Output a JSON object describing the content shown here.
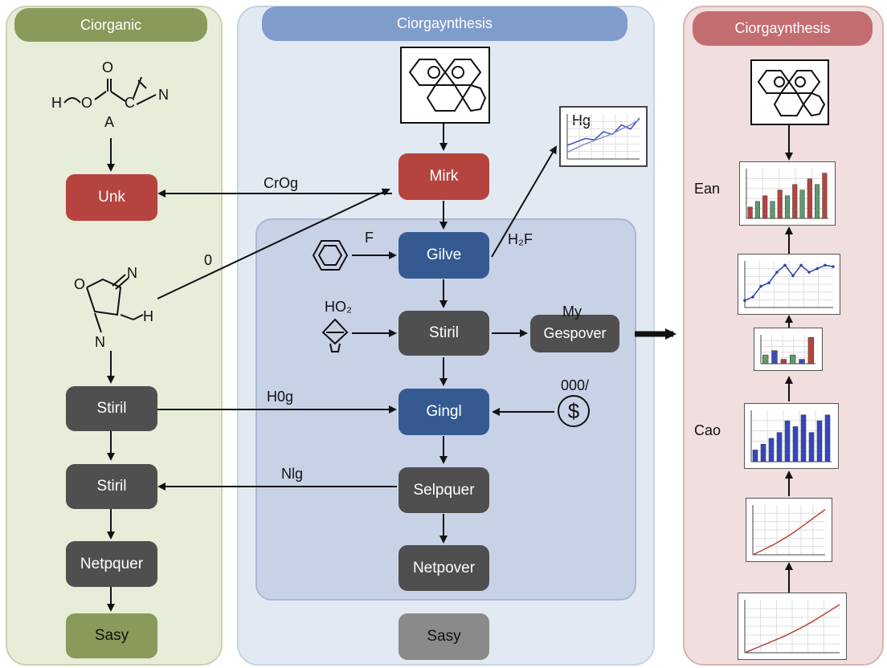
{
  "headers": {
    "left": "Ciorganic",
    "middle": "Ciorgaynthesis",
    "right": "Ciorgaynthesis"
  },
  "nodes": {
    "unk": "Unk",
    "stiril_left_1": "Stiril",
    "stiril_left_2": "Stiril",
    "netpquer": "Netpquer",
    "sasy_left": "Sasy",
    "mirk": "Mirk",
    "gilve": "Gilve",
    "stiril_mid": "Stiril",
    "gingl": "Gingl",
    "selpquer": "Selpquer",
    "netpover": "Netpover",
    "sasy_mid": "Sasy",
    "gespover": "Gespover"
  },
  "labels": {
    "crog": "CrOg",
    "o": "0",
    "f": "F",
    "h2f": "H₂F",
    "ho2": "HO₂",
    "my": "My",
    "hog": "H0g",
    "dollar_note": "000/",
    "nlg": "Nlg",
    "hg": "Hg",
    "ean": "Ean",
    "cao": "Cao"
  },
  "chem": {
    "top_molecule": {
      "line1": "O",
      "line2": "H",
      "line3": "O",
      "line4": "C",
      "line5": "N",
      "line6": "A"
    },
    "ring_molecule": {
      "o": "O",
      "n_top": "N",
      "h": "H",
      "n_bottom": "N"
    }
  },
  "icons": [
    "molecule-grid-icon",
    "benzene-icon",
    "flask-icon",
    "dollar-coin-icon",
    "line-chart-icon",
    "bar-chart-icon"
  ],
  "colors": {
    "left_header": "#8a9a5b",
    "mid_header": "#7f9ccb",
    "right_header": "#c46d70",
    "red": "#b5443f",
    "blue": "#355a92",
    "dark": "#4f4f4f"
  },
  "chart_data": [
    {
      "type": "line",
      "label": "Hg",
      "series": [
        {
          "values": [
            2,
            2.5,
            3,
            2.8,
            4,
            3.6,
            5,
            4.4,
            6
          ]
        },
        {
          "values": [
            1,
            1.6,
            2.2,
            2.7,
            3.2,
            3.7,
            4.4,
            5,
            5.8
          ]
        }
      ]
    },
    {
      "type": "bar",
      "label": "Ean",
      "values": [
        2,
        3,
        4,
        3,
        5,
        4,
        6,
        5,
        7,
        6,
        8
      ]
    },
    {
      "type": "line",
      "values": [
        1,
        1.5,
        3,
        3.5,
        5,
        6,
        4.5,
        6,
        5,
        5.5,
        6,
        5.8
      ]
    },
    {
      "type": "bar",
      "values": [
        2,
        3,
        1,
        2,
        1,
        6
      ]
    },
    {
      "type": "bar",
      "label": "Cao",
      "values": [
        2,
        3,
        4,
        5,
        7,
        6,
        8,
        5,
        7,
        8
      ]
    },
    {
      "type": "line",
      "values": [
        0,
        1,
        2,
        3.2,
        4.5,
        6,
        7.5,
        9
      ]
    },
    {
      "type": "line",
      "values": [
        0,
        1,
        2,
        3,
        4.2,
        5.5,
        7,
        8.5
      ]
    }
  ]
}
